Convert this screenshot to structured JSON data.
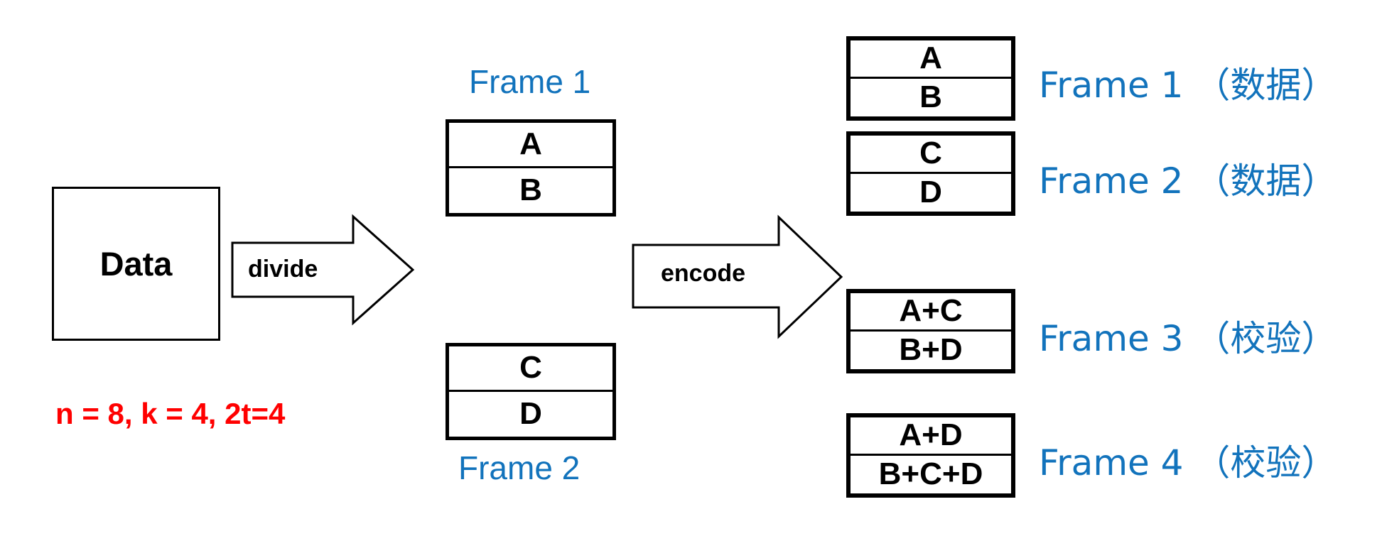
{
  "diagram": {
    "title_text": null,
    "colors": {
      "accent_blue": "#1273bc",
      "alert_red": "#ff0000",
      "stroke_black": "#000000",
      "background": "#ffffff"
    },
    "source": {
      "label": "Data",
      "note": "n = 8, k = 4, 2t=4"
    },
    "arrows": [
      {
        "label": "divide",
        "name": "divide-arrow"
      },
      {
        "label": "encode",
        "name": "encode-arrow"
      }
    ],
    "stage_divided": {
      "frames": [
        {
          "caption": "Frame 1",
          "caption_position": "above",
          "cells": [
            "A",
            "B"
          ]
        },
        {
          "caption": "Frame 2",
          "caption_position": "below",
          "cells": [
            "C",
            "D"
          ]
        }
      ]
    },
    "stage_encoded": {
      "frames": [
        {
          "caption": "Frame 1 （数据）",
          "cells": [
            "A",
            "B"
          ],
          "kind": "data"
        },
        {
          "caption": "Frame 2 （数据）",
          "cells": [
            "C",
            "D"
          ],
          "kind": "data"
        },
        {
          "caption": "Frame 3 （校验）",
          "cells": [
            "A+C",
            "B+D"
          ],
          "kind": "parity"
        },
        {
          "caption": "Frame 4 （校验）",
          "cells": [
            "A+D",
            "B+C+D"
          ],
          "kind": "parity"
        }
      ]
    }
  }
}
